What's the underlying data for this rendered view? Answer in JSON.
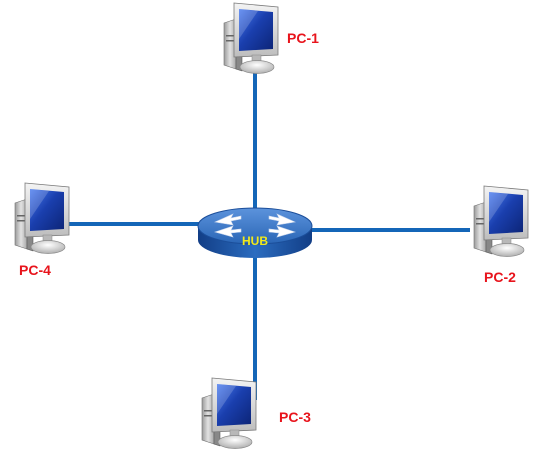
{
  "hub": {
    "label": "HUB",
    "icon": "hub-icon"
  },
  "computers": [
    {
      "label": "PC-1",
      "icon": "desktop-computer-icon"
    },
    {
      "label": "PC-2",
      "icon": "desktop-computer-icon"
    },
    {
      "label": "PC-3",
      "icon": "desktop-computer-icon"
    },
    {
      "label": "PC-4",
      "icon": "desktop-computer-icon"
    }
  ],
  "colors": {
    "link": "#1466b8",
    "pc_label": "#e8141c",
    "hub_label": "#f2ea1a",
    "hub_body": "#2766b4",
    "screen": "#1a3fae"
  }
}
